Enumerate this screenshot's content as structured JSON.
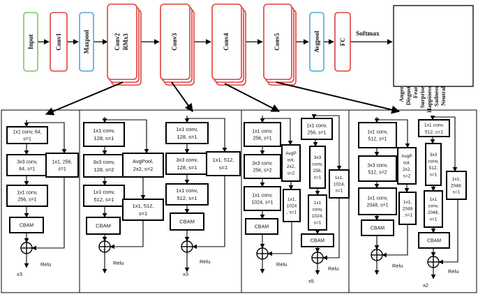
{
  "top_pipeline": {
    "input": "Input",
    "conv1": "Conv1",
    "maxpool": "Maxpool",
    "conv2": "Conv2",
    "conv2_sub": "RMx3",
    "conv3": "Conv3",
    "conv4": "Conv4",
    "conv5": "Conv5",
    "avgpool": "Avgpool",
    "fc": "FC",
    "softmax": "Softmax",
    "outputs": [
      "Anger",
      "Disgust",
      "Fear",
      "Surprise",
      "Happiness",
      "Sadness",
      "Neutral"
    ]
  },
  "colors": {
    "input": "#7cc26a",
    "conv": "#e0403a",
    "pool": "#4aa8d8"
  },
  "blocks": {
    "b1": {
      "conv_a": [
        "1x1 conv, 64,",
        "s=1"
      ],
      "conv_b": [
        "3x3 conv,",
        "64, s=1"
      ],
      "conv_c": [
        "1x1 conv,",
        "256, s=1"
      ],
      "shortcut": [
        "1x1, 256,",
        "s=1"
      ],
      "cbam": "CBAM",
      "relu": "Relu",
      "repeat": "x3"
    },
    "b2": {
      "conv_a": [
        "1x1 conv,",
        "128, s=1"
      ],
      "conv_b": [
        "3x3 conv,",
        "128, s=2"
      ],
      "conv_c": [
        "1x1 conv,",
        "512, s=1"
      ],
      "pool": [
        "AvgPool,",
        "2x2, s=2"
      ],
      "shortcut": [
        "1x1, 512,",
        "s=1"
      ],
      "cbam": "CBAM",
      "relu": "Relu"
    },
    "b3": {
      "conv_a": [
        "1x1 conv,",
        "128, s=1"
      ],
      "conv_b": [
        "3x3 conv,",
        "128, s=1"
      ],
      "conv_c": [
        "1x1 conv,",
        "512, s=1"
      ],
      "shortcut": [
        "1x1, 512,",
        "s=1"
      ],
      "cbam": "CBAM",
      "relu": "Relu",
      "repeat": "x3"
    },
    "b4": {
      "conv_a": [
        "1x1 conv,",
        "256, s=1"
      ],
      "conv_b": [
        "3x3 conv,",
        "256, s=2"
      ],
      "conv_c": [
        "1x1 conv,",
        "1024, s=1"
      ],
      "pool": [
        "AvgP",
        "ool,",
        "2x2,",
        "s=2"
      ],
      "shortcut": [
        "1x1,",
        "1024",
        ", s=1"
      ],
      "cbam": "CBAM",
      "relu": "Relu"
    },
    "b5": {
      "conv_a": [
        "1x1 conv,",
        "256, s=1"
      ],
      "conv_b": [
        "3x3",
        "conv,",
        "256,",
        "s=1"
      ],
      "conv_c": [
        "1x1",
        "conv,",
        "1024,",
        "s=1"
      ],
      "shortcut": [
        "1x1,",
        "1024,",
        "s=1"
      ],
      "cbam": "CBAM",
      "relu": "Relu",
      "repeat": "x5"
    },
    "b6": {
      "conv_a": [
        "1x1 conv,",
        "512, s=1"
      ],
      "conv_b": [
        "3x3 conv,",
        "512, s=2"
      ],
      "conv_c": [
        "1x1 conv,",
        "2048, s=1"
      ],
      "pool": [
        "AvgP",
        "ool,",
        "2x2,",
        "s=2"
      ],
      "shortcut": [
        "1x1,",
        "2048",
        ", s=1"
      ],
      "cbam": "CBAM",
      "relu": "Relu"
    },
    "b7": {
      "conv_a": [
        "1x1 conv,",
        "512, s=1"
      ],
      "conv_b": [
        "3x3",
        "conv,",
        "512,",
        "s=1"
      ],
      "conv_c": [
        "1x1",
        "conv,",
        "2048,",
        "s=1"
      ],
      "shortcut": [
        "1x1,",
        "2048,",
        "s=1"
      ],
      "cbam": "CBAM",
      "relu": "Relu",
      "repeat": "x2"
    }
  }
}
